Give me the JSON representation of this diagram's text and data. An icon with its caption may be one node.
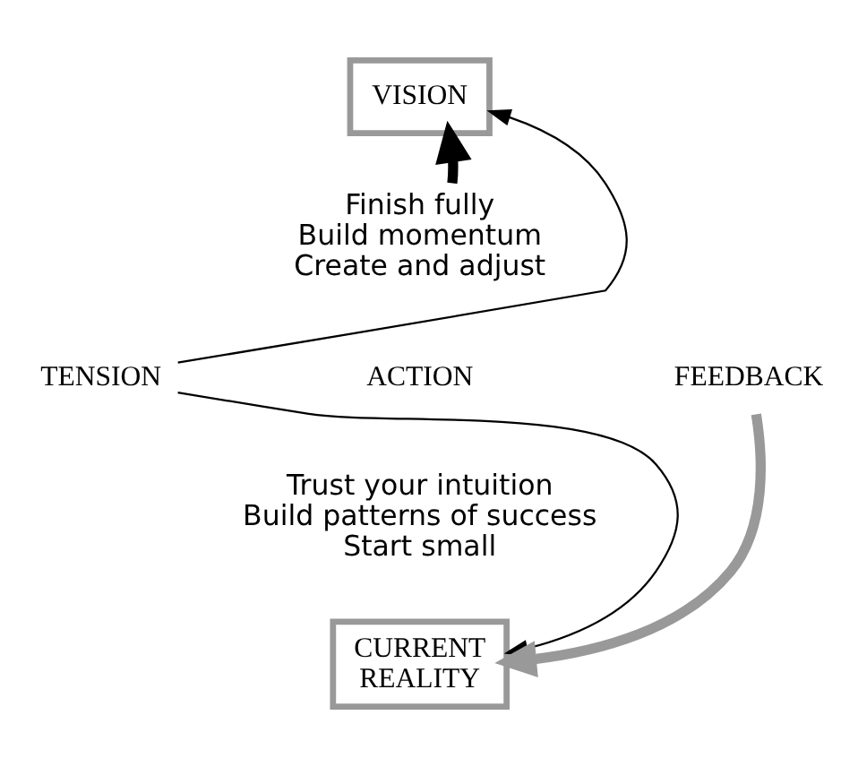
{
  "diagram": {
    "nodes": [
      {
        "text": [
          "VISION"
        ]
      },
      {
        "text": [
          "Finish fully",
          "Build momentum",
          "Create and adjust"
        ]
      },
      {
        "text": [
          "TENSION"
        ]
      },
      {
        "text": [
          "ACTION"
        ]
      },
      {
        "text": [
          "FEEDBACK"
        ]
      },
      {
        "text": [
          "CURRENT REALITY"
        ]
      }
    ],
    "edges": [
      {
        "from": 2,
        "to": 0,
        "arrow": "to"
      },
      {
        "from": 1,
        "to": 0,
        "arrow": "to",
        "style": "thick"
      },
      {
        "from": 2,
        "to": 5,
        "arrow": "to"
      },
      {
        "from": 4,
        "to": 5,
        "arrow": "to",
        "style": "thick",
        "color": "#999999"
      }
    ],
    "labels": [
      "Trust your intuition",
      "Build patterns of success",
      "Start small"
    ]
  }
}
